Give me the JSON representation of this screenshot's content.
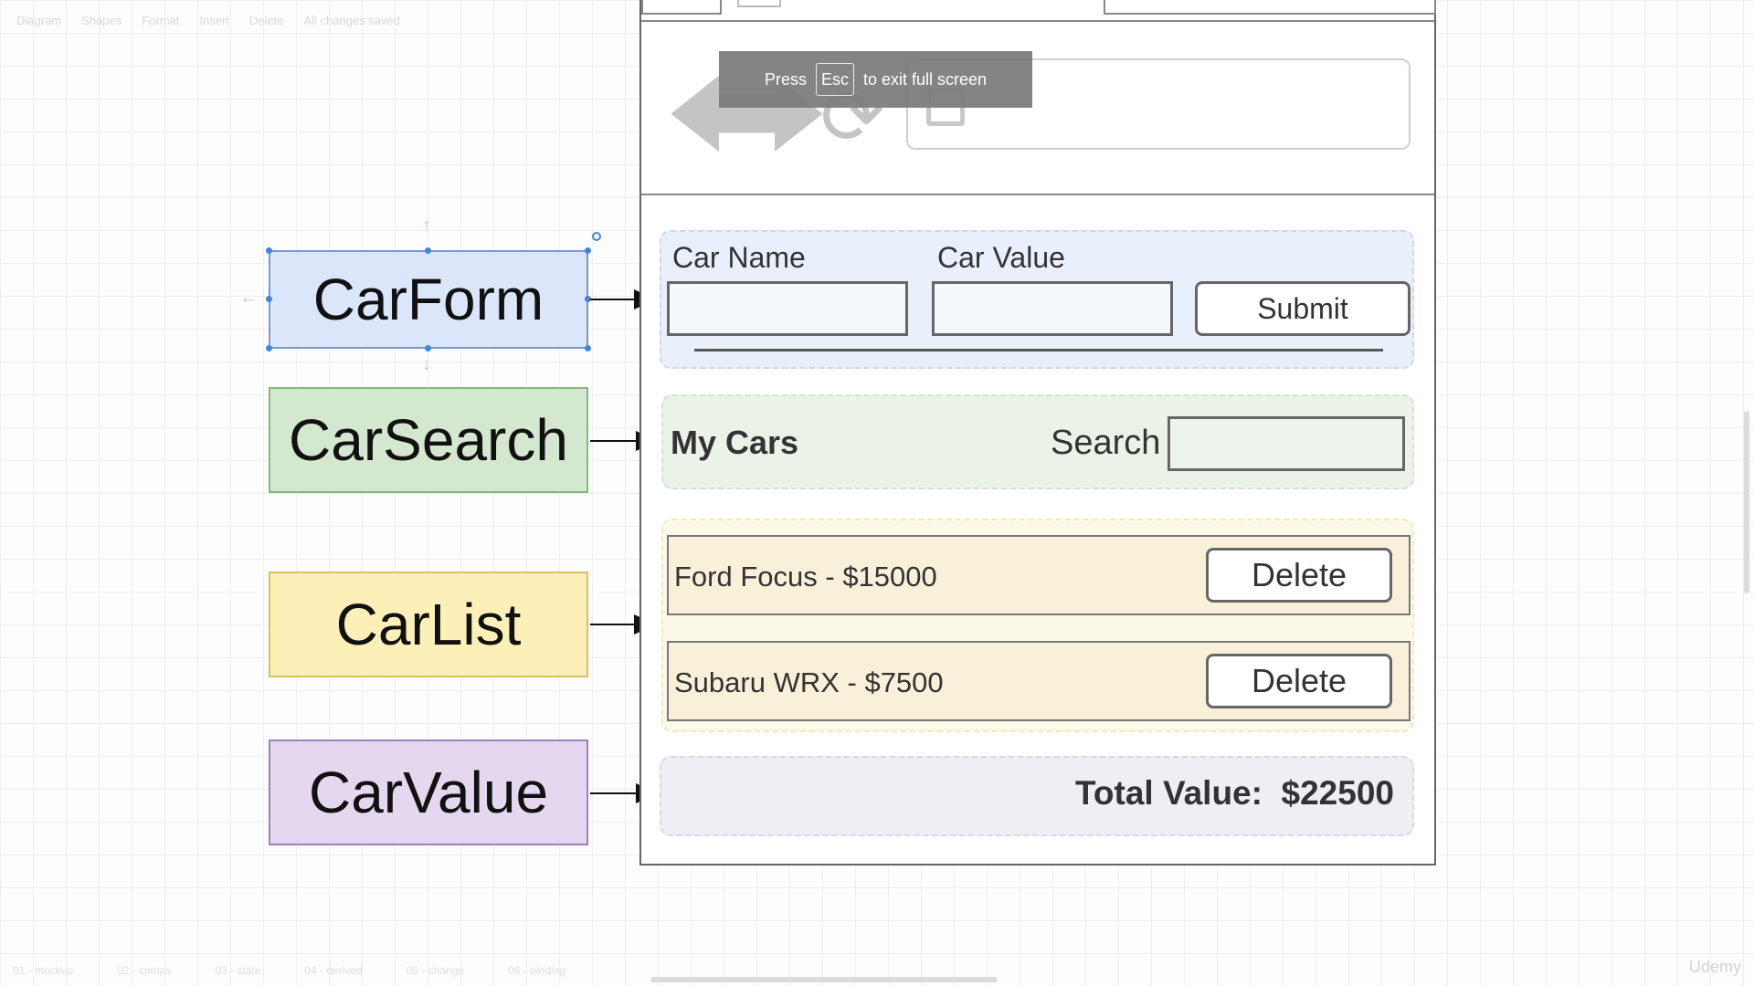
{
  "toolbar": {
    "items": [
      "Diagram",
      "Shapes",
      "Format",
      "Insert",
      "Delete",
      "All changes saved"
    ]
  },
  "page_tabs": [
    "01 - mockup",
    "02 - comps",
    "03 - state",
    "04 - derived",
    "05 - change",
    "06 - binding"
  ],
  "watermark": "Udemy",
  "components": {
    "car_form": "CarForm",
    "car_search": "CarSearch",
    "car_list": "CarList",
    "car_value": "CarValue"
  },
  "mockup": {
    "form": {
      "car_name_label": "Car Name",
      "car_value_label": "Car Value",
      "submit_label": "Submit"
    },
    "search": {
      "title": "My Cars",
      "search_label": "Search"
    },
    "list": {
      "items": [
        {
          "text": "Ford Focus - $15000",
          "delete_label": "Delete"
        },
        {
          "text": "Subaru WRX - $7500",
          "delete_label": "Delete"
        }
      ]
    },
    "value": {
      "total_label": "Total Value:",
      "total_amount": "$22500"
    }
  },
  "fullscreen_toast": {
    "press": "Press",
    "key": "Esc",
    "message": "to exit full screen"
  },
  "colors": {
    "carform": "#dce6fb",
    "carsearch": "#d4e8cf",
    "carlist": "#fcf0b8",
    "carvalue": "#e4d7ef"
  }
}
